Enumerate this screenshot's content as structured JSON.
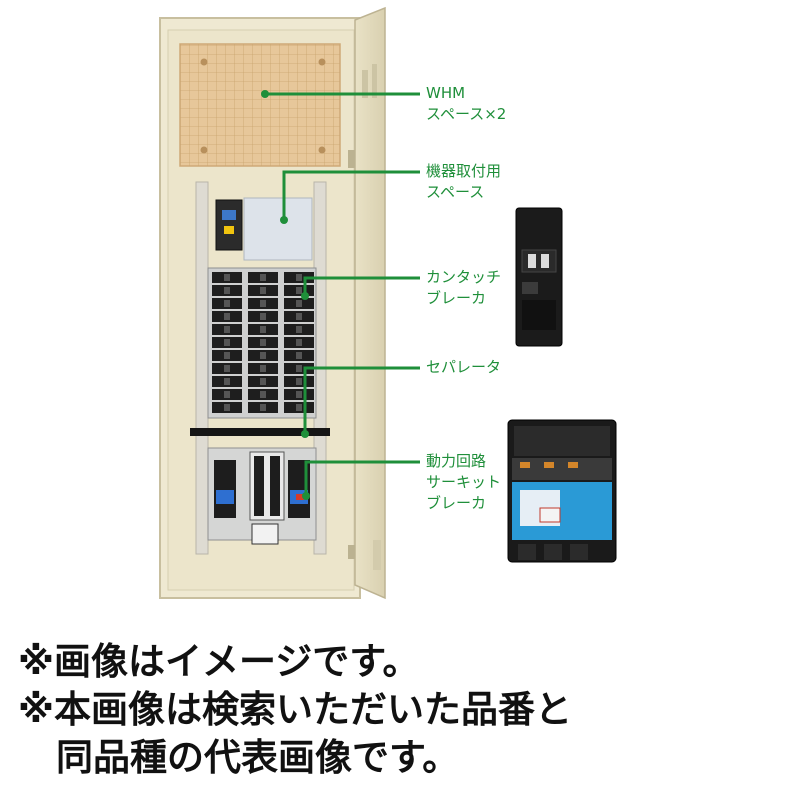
{
  "labels": {
    "whm": {
      "line1": "WHM",
      "line2": "スペース×2"
    },
    "equipment": {
      "line1": "機器取付用",
      "line2": "スペース"
    },
    "touch_breaker": {
      "line1": "カンタッチ",
      "line2": "ブレーカ"
    },
    "separator": {
      "line1": "セパレータ"
    },
    "power_breaker": {
      "line1": "動力回路",
      "line2": "サーキット",
      "line3": "ブレーカ"
    }
  },
  "captions": {
    "line1": "※画像はイメージです。",
    "line2": "※本画像は検索いただいた品番と",
    "line3": "同品種の代表画像です。"
  },
  "colors": {
    "accent_green": "#1f8f3a",
    "cabinet": "#efe9d2",
    "whm_board": "#e7c79a",
    "caption_text": "#111111"
  }
}
